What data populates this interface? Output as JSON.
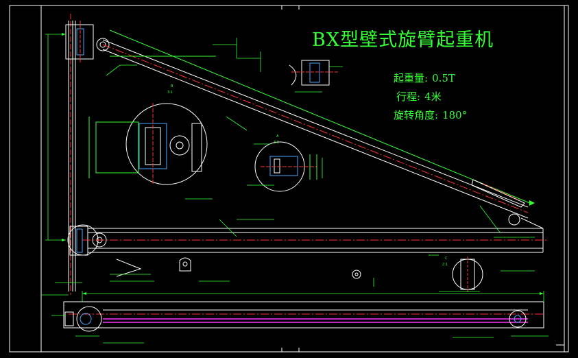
{
  "drawing": {
    "title": "BX型壁式旋臂起重机",
    "specs": [
      {
        "label": "起重量:",
        "value": "0.5T"
      },
      {
        "label": "行程:",
        "value": "4米"
      },
      {
        "label": "旋转角度:",
        "value": "180°"
      }
    ],
    "section_labels": {
      "a": "A",
      "b": "B",
      "c": "C",
      "scale_a": "3:1",
      "scale_b": "3:1",
      "scale_c": "2:1"
    },
    "colors": {
      "background": "#000000",
      "frame": "#ffffff",
      "outline": "#ffffff",
      "dimension": "#35ff35",
      "centerline": "#ff3333",
      "rail": "#ff33ff",
      "detail": "#4aa8ff"
    }
  }
}
